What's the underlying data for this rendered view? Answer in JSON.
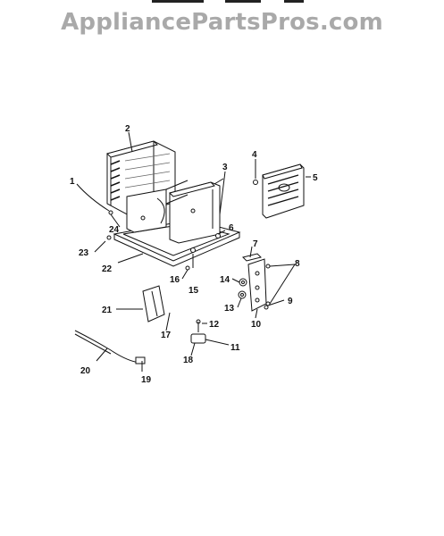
{
  "watermark": "AppliancePartsPros.com",
  "callouts": [
    "1",
    "2",
    "3",
    "4",
    "5",
    "6",
    "7",
    "8",
    "9",
    "10",
    "11",
    "12",
    "13",
    "14",
    "15",
    "16",
    "17",
    "18",
    "19",
    "20",
    "21",
    "22",
    "23",
    "24"
  ],
  "colors": {
    "ink": "#111111",
    "watermark": "#a9a9a9",
    "background": "#ffffff"
  }
}
